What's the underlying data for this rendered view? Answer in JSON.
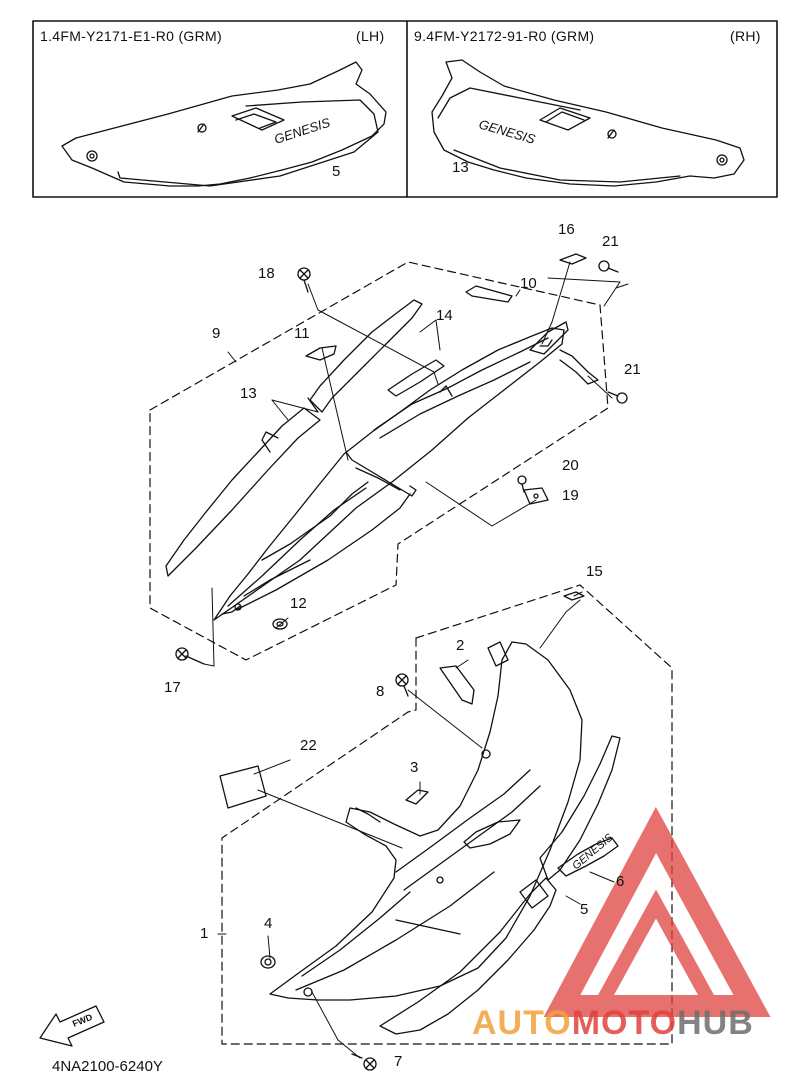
{
  "header": {
    "lh_title": "1.4FM-Y2171-E1-R0 (GRM)",
    "lh_side": "(LH)",
    "rh_title": "9.4FM-Y2172-91-R0 (GRM)",
    "rh_side": "(RH)"
  },
  "emblem_text": "GENESIS",
  "callouts": {
    "c1": "1",
    "c2": "2",
    "c3": "3",
    "c4": "4",
    "c5a": "5",
    "c5b": "5",
    "c6": "6",
    "c7": "7",
    "c8": "8",
    "c9": "9",
    "c10": "10",
    "c11": "11",
    "c12": "12",
    "c13a": "13",
    "c13b": "13",
    "c14": "14",
    "c15": "15",
    "c16": "16",
    "c17": "17",
    "c18": "18",
    "c19": "19",
    "c20": "20",
    "c21a": "21",
    "c21b": "21",
    "c22": "22"
  },
  "fwd_label": "FWD",
  "diagram_code": "4NA2100-6240Y",
  "watermark": {
    "auto": "AUTO",
    "moto": "MOTO",
    "hub": "HUB",
    "color_red": "#e0423e",
    "color_orange": "#f2a23a",
    "color_gray": "#6e6e6e"
  }
}
